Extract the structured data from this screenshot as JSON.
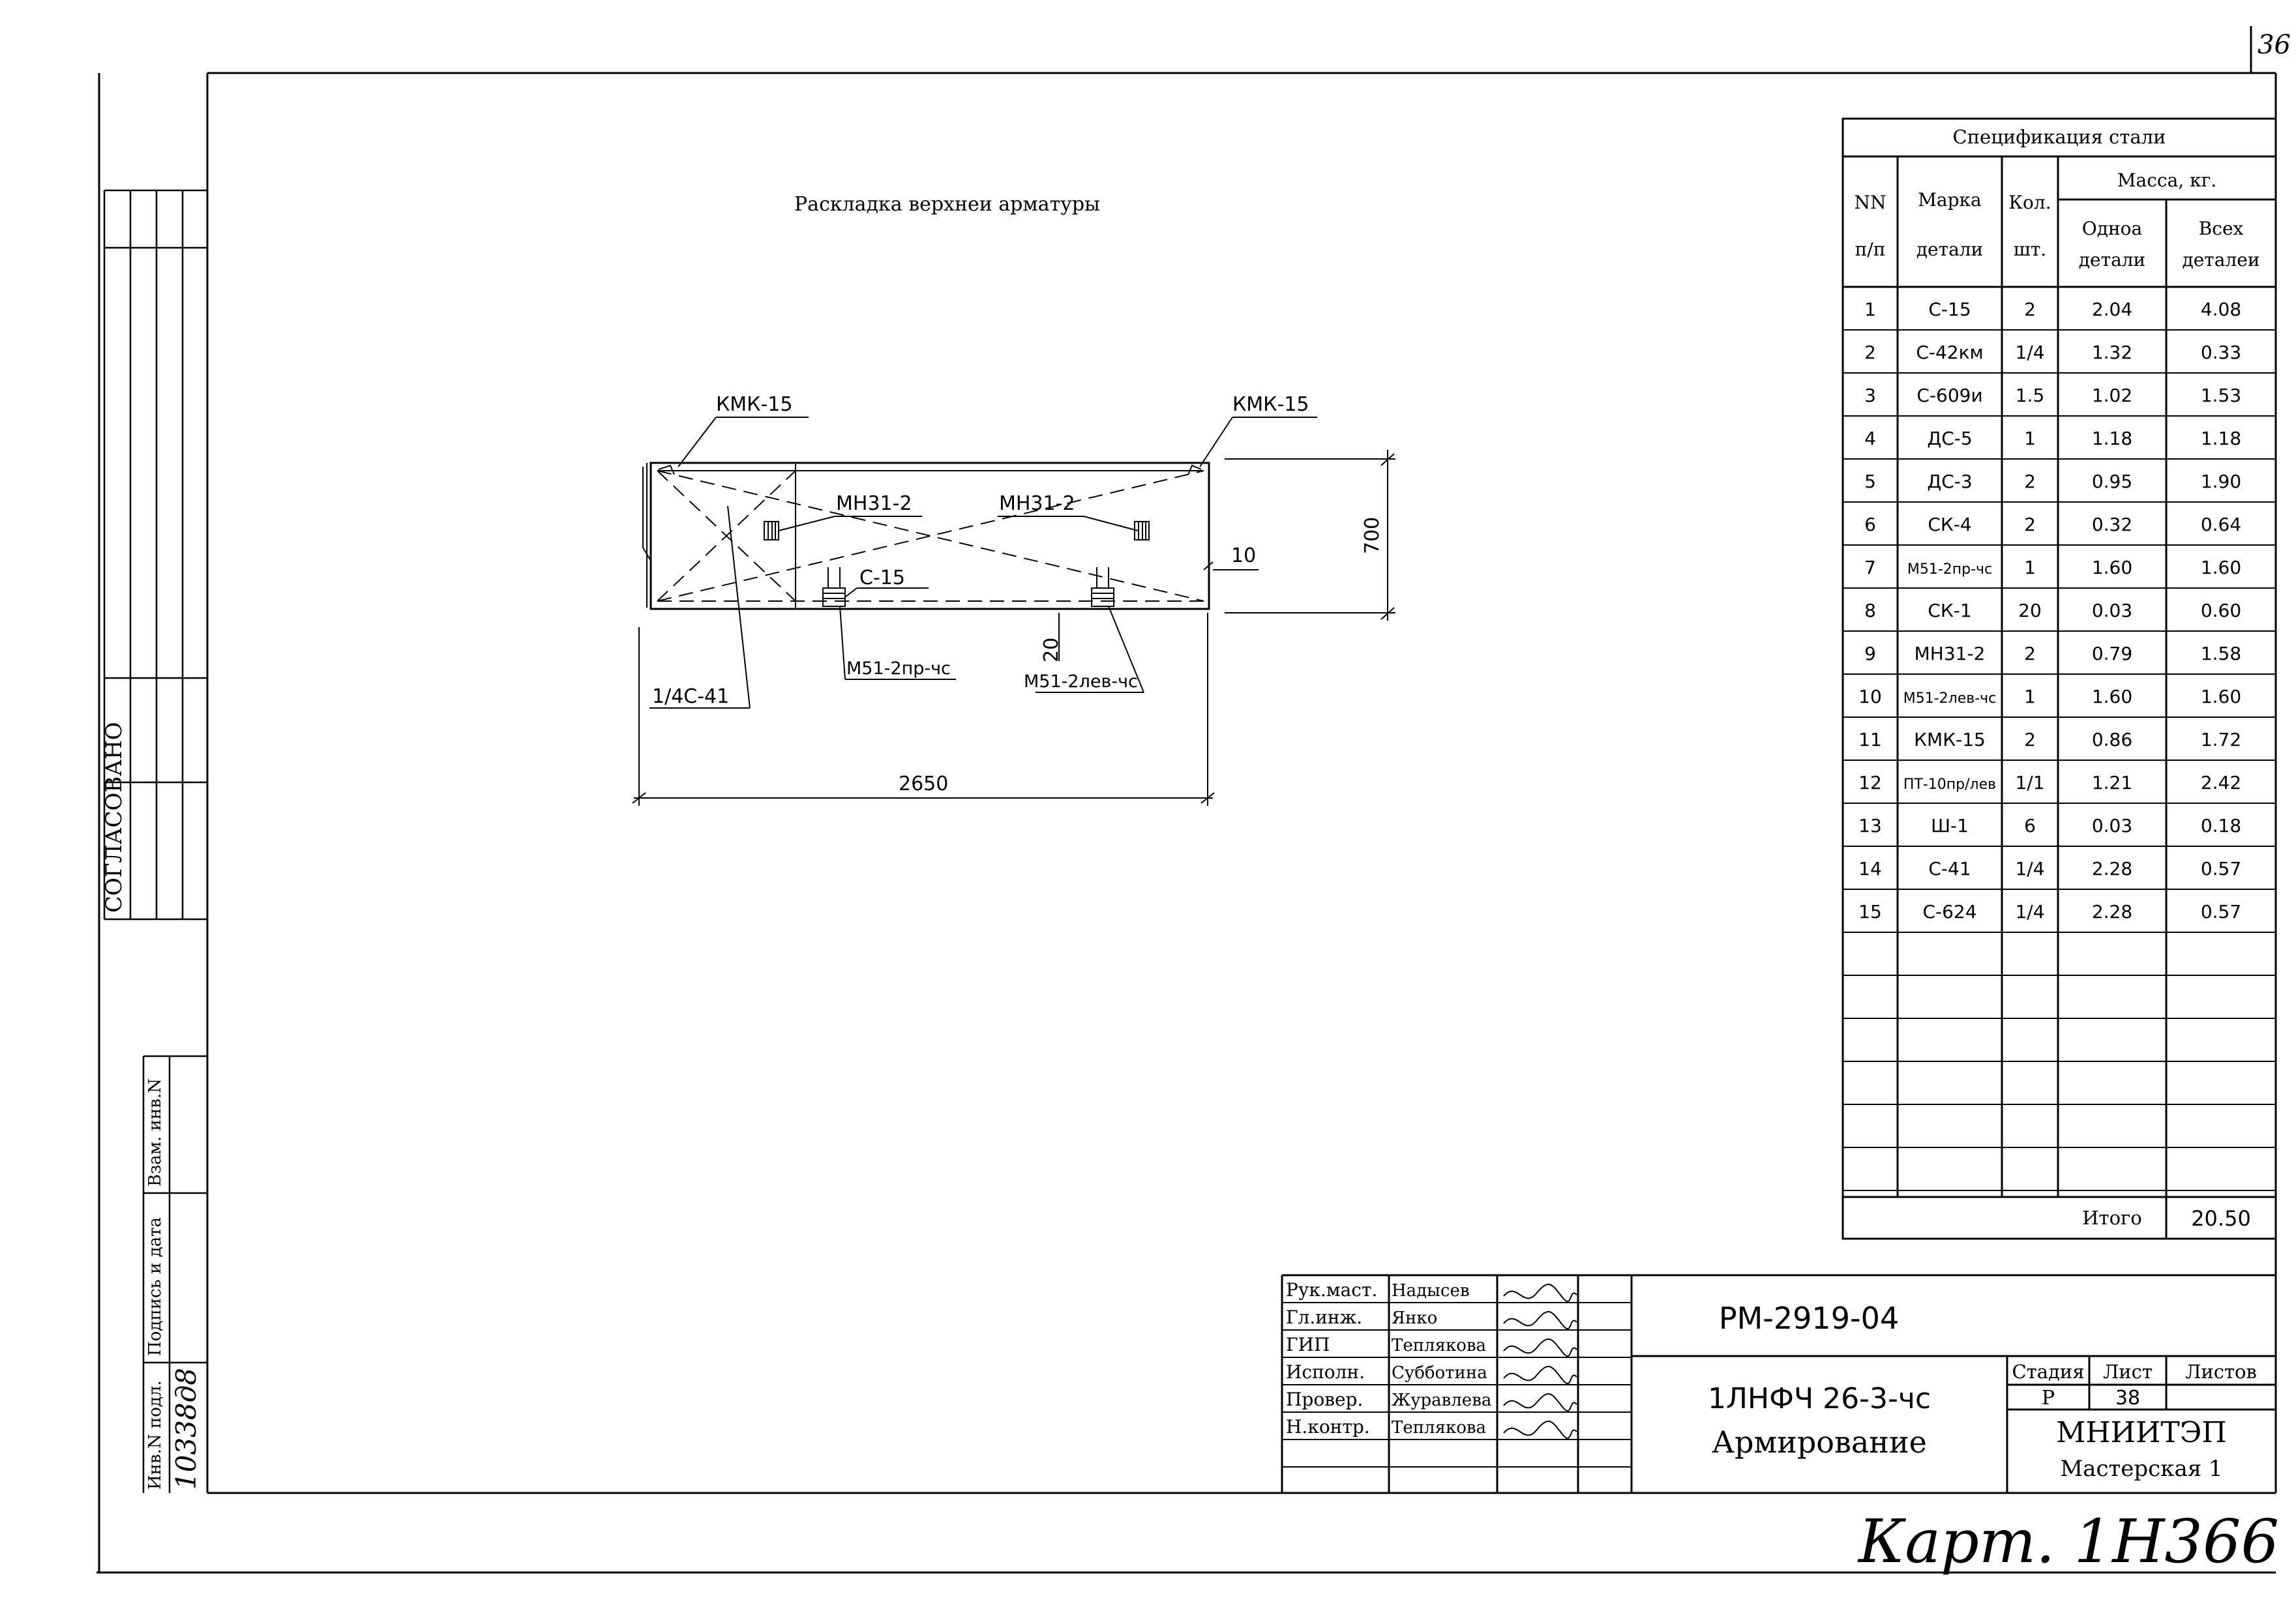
{
  "page_corner_number": "36",
  "drawing": {
    "title": "Раскладка верхнеи арматуры",
    "labels": {
      "kmk_left": "КМК-15",
      "kmk_right": "КМК-15",
      "mn_left": "МН31-2",
      "mn_right": "МН31-2",
      "c15": "С-15",
      "m51_left": "М51-2пр-чс",
      "m51_right": "М51-2лев-чс",
      "c41": "1/4С-41"
    },
    "dims": {
      "length": "2650",
      "height": "700",
      "offset_right": "10",
      "offset_bottom": "20"
    }
  },
  "spec": {
    "title": "Спецификация стали",
    "headers": {
      "nn": "NN",
      "np": "п/п",
      "marka": "Марка",
      "detali": "детали",
      "kol": "Кол.",
      "sht": "шт.",
      "massa": "Масса, кг.",
      "odnoi": "Одноа",
      "odnoi2": "детали",
      "vseh": "Всех",
      "vseh2": "деталеи"
    },
    "rows": [
      {
        "n": "1",
        "mark": "С-15",
        "qty": "2",
        "one": "2.04",
        "all": "4.08"
      },
      {
        "n": "2",
        "mark": "С-42км",
        "qty": "1/4",
        "one": "1.32",
        "all": "0.33"
      },
      {
        "n": "3",
        "mark": "С-609и",
        "qty": "1.5",
        "one": "1.02",
        "all": "1.53"
      },
      {
        "n": "4",
        "mark": "ДС-5",
        "qty": "1",
        "one": "1.18",
        "all": "1.18"
      },
      {
        "n": "5",
        "mark": "ДС-3",
        "qty": "2",
        "one": "0.95",
        "all": "1.90"
      },
      {
        "n": "6",
        "mark": "СК-4",
        "qty": "2",
        "one": "0.32",
        "all": "0.64"
      },
      {
        "n": "7",
        "mark": "М51-2пр-чс",
        "qty": "1",
        "one": "1.60",
        "all": "1.60"
      },
      {
        "n": "8",
        "mark": "СК-1",
        "qty": "20",
        "one": "0.03",
        "all": "0.60"
      },
      {
        "n": "9",
        "mark": "МН31-2",
        "qty": "2",
        "one": "0.79",
        "all": "1.58"
      },
      {
        "n": "10",
        "mark": "М51-2лев-чс",
        "qty": "1",
        "one": "1.60",
        "all": "1.60"
      },
      {
        "n": "11",
        "mark": "КМК-15",
        "qty": "2",
        "one": "0.86",
        "all": "1.72"
      },
      {
        "n": "12",
        "mark": "ПТ-10пр/лев",
        "qty": "1/1",
        "one": "1.21",
        "all": "2.42"
      },
      {
        "n": "13",
        "mark": "Ш-1",
        "qty": "6",
        "one": "0.03",
        "all": "0.18"
      },
      {
        "n": "14",
        "mark": "С-41",
        "qty": "1/4",
        "one": "2.28",
        "all": "0.57"
      },
      {
        "n": "15",
        "mark": "С-624",
        "qty": "1/4",
        "one": "2.28",
        "all": "0.57"
      }
    ],
    "total_label": "Итого",
    "total_value": "20.50"
  },
  "side": {
    "soglasovano": "СОГЛАСОВАНО",
    "inv": "Инв.N подл.",
    "podp": "Подпись и дата",
    "vzam": "Взам. инв.N",
    "inv_number": "10338д8"
  },
  "titleblock": {
    "roles": [
      {
        "role": "Рук.маст.",
        "name": "Надысев"
      },
      {
        "role": "Гл.инж.",
        "name": "Янко"
      },
      {
        "role": "ГИП",
        "name": "Теплякова"
      },
      {
        "role": "Исполн.",
        "name": "Субботина"
      },
      {
        "role": "Провер.",
        "name": "Журавлева"
      },
      {
        "role": "Н.контр.",
        "name": "Теплякова"
      }
    ],
    "doc_code": "РМ-2919-04",
    "object": "1ЛНФЧ 26-3-чс",
    "name": "Армирование",
    "stage_label": "Стадия",
    "sheet_label": "Лист",
    "sheets_label": "Листов",
    "stage": "Р",
    "sheet": "38",
    "sheets": "",
    "org": "МНИИТЭП",
    "workshop": "Мастерская 1"
  },
  "handwritten_note": "Карт. 1Н366"
}
